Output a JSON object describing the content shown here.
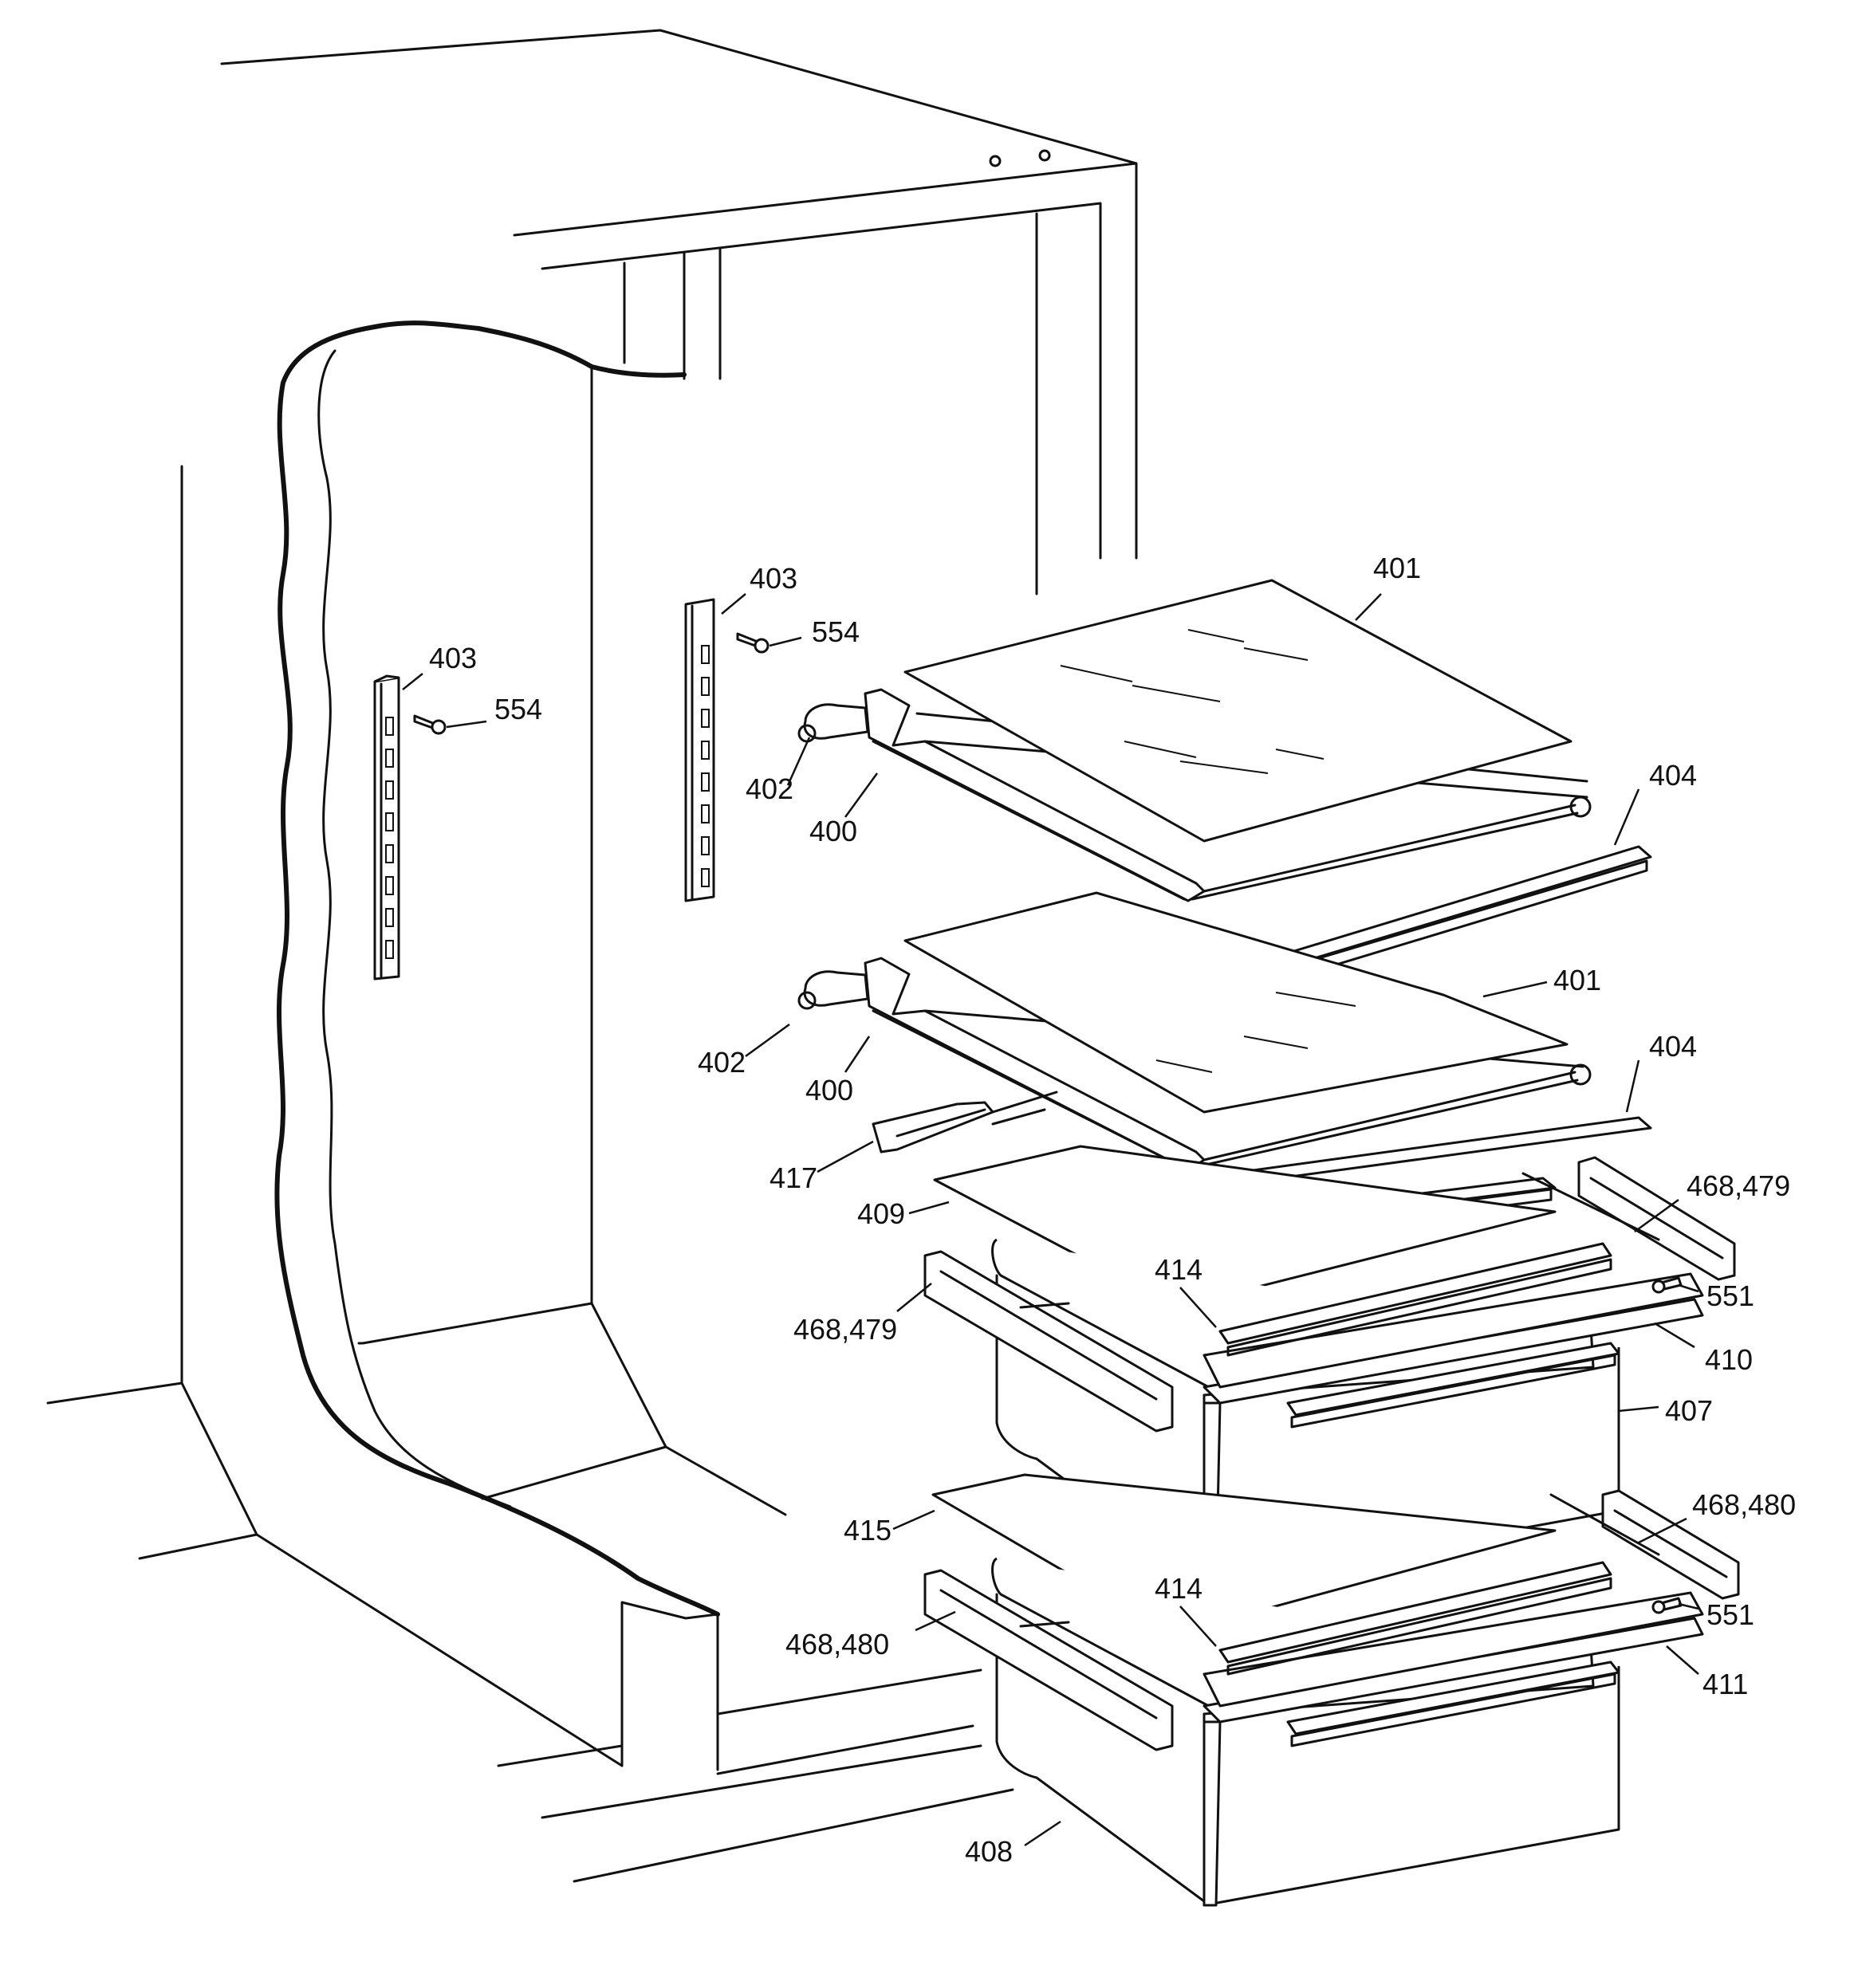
{
  "diagram": {
    "callouts": [
      {
        "id": "c-403-left",
        "text": "403"
      },
      {
        "id": "c-554-left",
        "text": "554"
      },
      {
        "id": "c-403-right",
        "text": "403"
      },
      {
        "id": "c-554-right",
        "text": "554"
      },
      {
        "id": "c-401-top",
        "text": "401"
      },
      {
        "id": "c-402-top",
        "text": "402"
      },
      {
        "id": "c-400-top",
        "text": "400"
      },
      {
        "id": "c-404-top",
        "text": "404"
      },
      {
        "id": "c-401-mid",
        "text": "401"
      },
      {
        "id": "c-402-mid",
        "text": "402"
      },
      {
        "id": "c-400-mid",
        "text": "400"
      },
      {
        "id": "c-404-mid",
        "text": "404"
      },
      {
        "id": "c-417",
        "text": "417"
      },
      {
        "id": "c-409",
        "text": "409"
      },
      {
        "id": "c-468-479-right",
        "text": "468,479"
      },
      {
        "id": "c-414-upper",
        "text": "414"
      },
      {
        "id": "c-551-upper",
        "text": "551"
      },
      {
        "id": "c-468-479-left",
        "text": "468,479"
      },
      {
        "id": "c-410",
        "text": "410"
      },
      {
        "id": "c-407",
        "text": "407"
      },
      {
        "id": "c-468-480-right",
        "text": "468,480"
      },
      {
        "id": "c-415",
        "text": "415"
      },
      {
        "id": "c-414-lower",
        "text": "414"
      },
      {
        "id": "c-551-lower",
        "text": "551"
      },
      {
        "id": "c-468-480-left",
        "text": "468,480"
      },
      {
        "id": "c-411",
        "text": "411"
      },
      {
        "id": "c-408",
        "text": "408"
      }
    ]
  }
}
